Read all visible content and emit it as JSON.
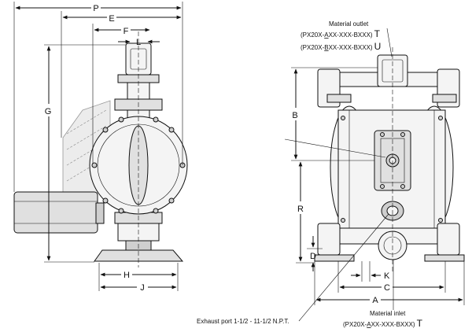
{
  "dimensions": {
    "P": "P",
    "E": "E",
    "F": "F",
    "L": "L",
    "G": "G",
    "H": "H",
    "J": "J",
    "B": "B",
    "R": "R",
    "D": "D",
    "K": "K",
    "C": "C",
    "A": "A"
  },
  "callouts": {
    "material_outlet": {
      "title": "Material outlet",
      "line1_prefix": "(PX20X-",
      "line1_letter": "A",
      "line1_rest": "XX-XXX-BXXX)",
      "line1_suffix": "T",
      "line2_prefix": "(PX20X-",
      "line2_letter": "B",
      "line2_rest": "XX-XXX-BXXX)",
      "line2_suffix": "U"
    },
    "exhaust_port": "Exhaust port 1-1/2 - 11-1/2 N.P.T.",
    "material_inlet": {
      "title": "Material inlet",
      "line_prefix": "(PX20X-",
      "line_letter": "A",
      "line_rest": "XX-XXX-BXXX)",
      "line_suffix": "T"
    }
  }
}
